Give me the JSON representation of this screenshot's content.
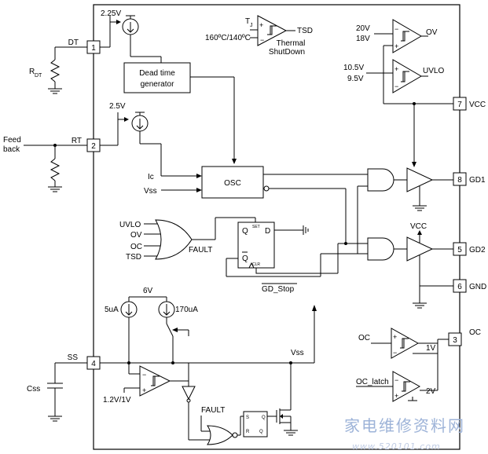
{
  "pins": {
    "p1": {
      "num": "1",
      "name": "DT"
    },
    "p2": {
      "num": "2",
      "name": "RT"
    },
    "p4": {
      "num": "4",
      "name": "SS"
    },
    "p7": {
      "num": "7",
      "name": "VCC"
    },
    "p8": {
      "num": "8",
      "name": "GD1"
    },
    "p5": {
      "num": "5",
      "name": "GD2"
    },
    "p6": {
      "num": "6",
      "name": "GND"
    },
    "p3": {
      "num": "3",
      "name": "OC"
    }
  },
  "external": {
    "rdt": "R",
    "rdt_sub": "DT",
    "feedback_l1": "Feed",
    "feedback_l2": "back",
    "css": "Css"
  },
  "blocks": {
    "dead_time_l1": "Dead time",
    "dead_time_l2": "generator",
    "osc": "OSC",
    "thermal_l1": "Thermal",
    "thermal_l2": "ShutDown"
  },
  "labels": {
    "v225": "2.25V",
    "v25": "2.5V",
    "tj_t": "T",
    "tj_j": "J",
    "tsd": "TSD",
    "temp": "160ºC/140ºC",
    "v20": "20V",
    "v18": "18V",
    "ov": "OV",
    "v105": "10.5V",
    "v95": "9.5V",
    "uvlo": "UVLO",
    "ic": "Ic",
    "vss_osc": "Vss",
    "in_uvlo": "UVLO",
    "in_ov": "OV",
    "in_oc": "OC",
    "in_tsd": "TSD",
    "fault": "FAULT",
    "ff_q": "Q",
    "ff_d": "D",
    "ff_set": "SET",
    "ff_qbar": "Q",
    "ff_clr": "CLR",
    "gd_stop": "GD_Stop",
    "vcc_gd2": "VCC",
    "v6": "6V",
    "i5u": "5uA",
    "i170u": "170uA",
    "vss_ss": "Vss",
    "v12": "1.2V/1V",
    "fault2": "FAULT",
    "sr_s": "S",
    "sr_r": "R",
    "sr_q": "Q",
    "sr_qb": "Q",
    "oc_in": "OC",
    "v1": "1V",
    "oc_latch": "OC_latch",
    "v2": "2V"
  },
  "watermark": {
    "cn": "家电维修资料网",
    "url": "www.520101.com"
  }
}
